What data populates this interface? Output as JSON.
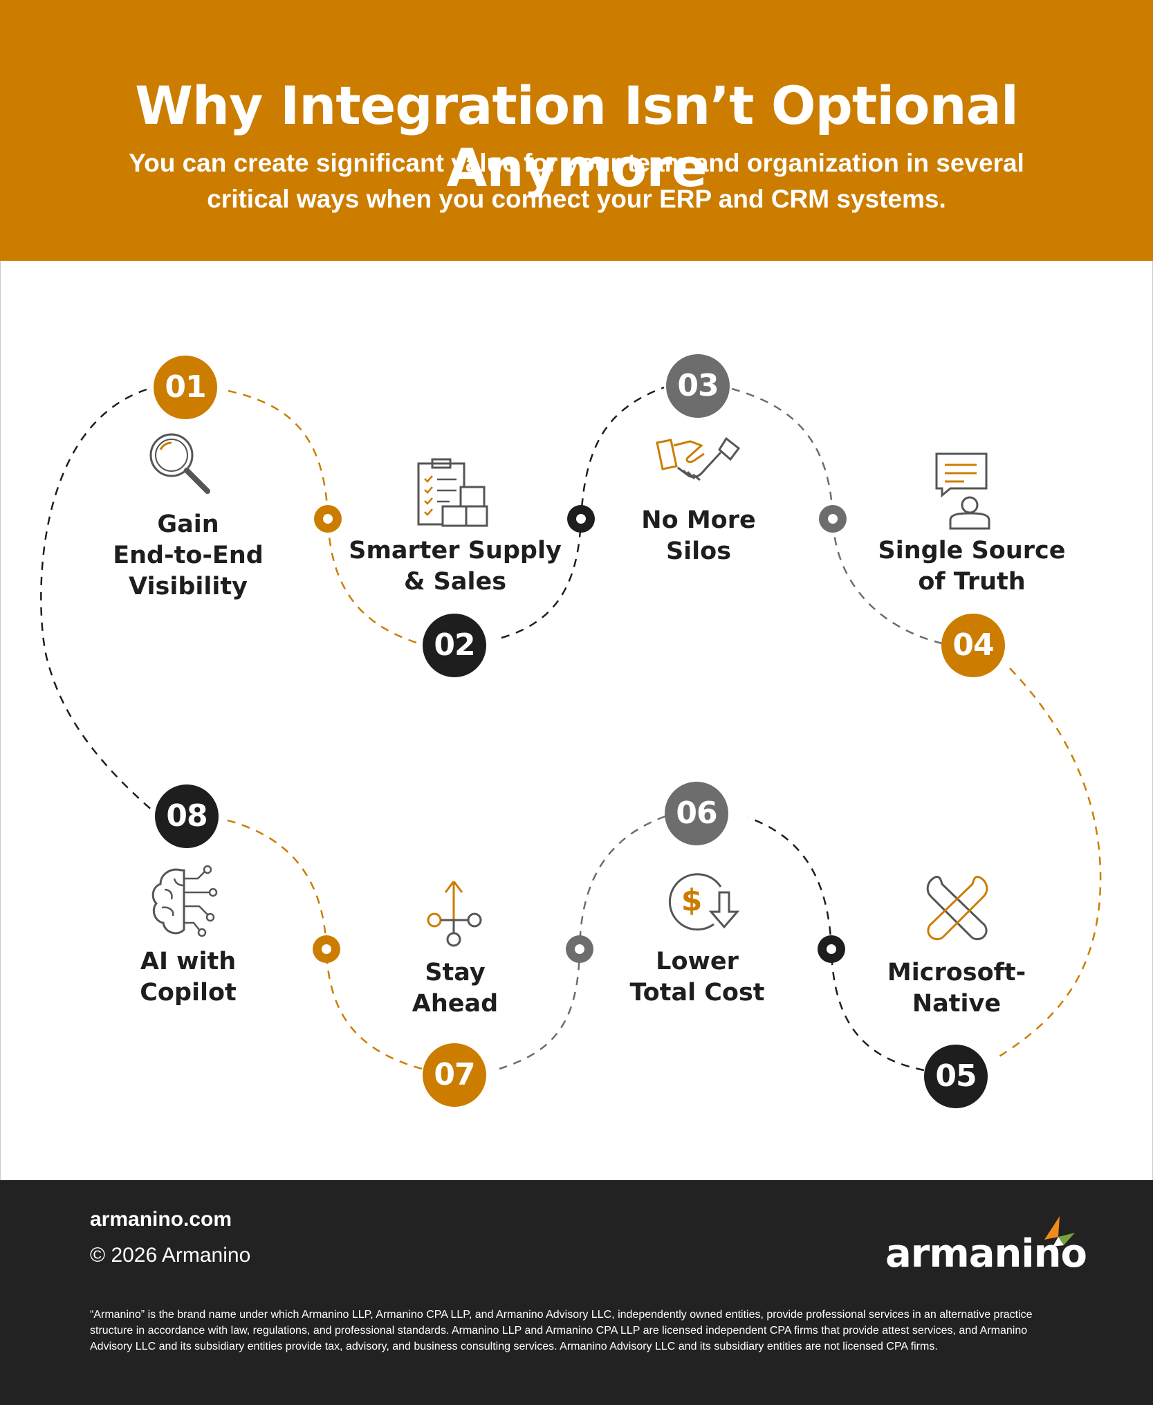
{
  "header": {
    "title": "Why Integration Isn’t Optional Anymore",
    "subtitle": "You can create significant value for your team and organization in several critical ways when you connect your ERP and CRM systems."
  },
  "steps": [
    {
      "number": "01",
      "label_lines": [
        "Gain",
        "End-to-End",
        "Visibility"
      ],
      "icon": "magnifying-glass-icon"
    },
    {
      "number": "02",
      "label_lines": [
        "Smarter Supply",
        "& Sales"
      ],
      "icon": "clipboard-inventory-icon"
    },
    {
      "number": "03",
      "label_lines": [
        "No More",
        "Silos"
      ],
      "icon": "handshake-icon"
    },
    {
      "number": "04",
      "label_lines": [
        "Single Source",
        "of Truth"
      ],
      "icon": "person-speech-bubble-icon"
    },
    {
      "number": "05",
      "label_lines": [
        "Microsoft-",
        "Native"
      ],
      "icon": "wrench-tools-icon"
    },
    {
      "number": "06",
      "label_lines": [
        "Lower",
        "Total Cost"
      ],
      "icon": "dollar-down-arrow-icon"
    },
    {
      "number": "07",
      "label_lines": [
        "Stay",
        "Ahead"
      ],
      "icon": "branching-arrow-icon"
    },
    {
      "number": "08",
      "label_lines": [
        "AI with",
        "Copilot"
      ],
      "icon": "brain-circuit-icon"
    }
  ],
  "colors": {
    "orange": "#cc7d00",
    "black": "#1e1e1e",
    "gray": "#6d6d6d",
    "footer": "#222222"
  },
  "footer": {
    "website": "armanino.com",
    "copyright": "© 2026 Armanino",
    "logo_text": "armanino",
    "legal": "“Armanino” is the brand name under which Armanino LLP, Armanino CPA LLP, and Armanino Advisory LLC, independently owned entities, provide professional services in an alternative practice structure in accordance with law, regulations, and professional standards. Armanino LLP and Armanino CPA LLP are licensed independent CPA firms that provide attest services, and Armanino Advisory LLC and its subsidiary entities provide tax, advisory, and business consulting services. Armanino Advisory LLC and its subsidiary entities are not licensed CPA firms."
  }
}
